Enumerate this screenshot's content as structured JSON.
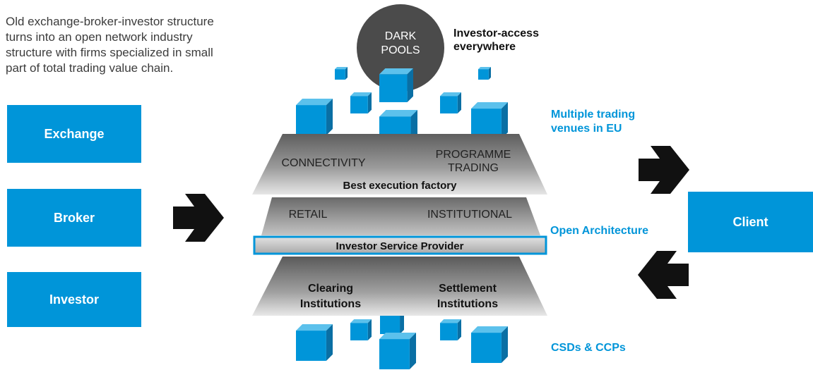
{
  "intro": {
    "line1": "Old exchange-broker-investor structure",
    "line2": "turns into an open network industry",
    "line3": "structure with firms specialized in small",
    "line4": "part of total trading value chain."
  },
  "left_boxes": {
    "exchange": "Exchange",
    "broker": "Broker",
    "investor": "Investor"
  },
  "client": "Client",
  "dark_pools": {
    "line1": "DARK",
    "line2": "POOLS"
  },
  "layers": {
    "top": {
      "left": "CONNECTIVITY",
      "right_line1": "PROGRAMME",
      "right_line2": "TRADING",
      "title": "Best execution factory"
    },
    "middle": {
      "left": "RETAIL",
      "right": "INSTITUTIONAL"
    },
    "band": "Investor Service Provider",
    "bottom": {
      "left_line1": "Clearing",
      "left_line2": "Institutions",
      "right_line1": "Settlement",
      "right_line2": "Institutions"
    }
  },
  "callouts": {
    "investor_access_line1": "Investor-access",
    "investor_access_line2": "everywhere",
    "multiple_venues_line1": "Multiple trading",
    "multiple_venues_line2": "venues in EU",
    "open_architecture": "Open Architecture",
    "csds_ccps": "CSDs & CCPs"
  },
  "colors": {
    "accent_blue": "#0095d9",
    "dark_grey": "#4a4a4a",
    "arrow": "#111111"
  },
  "icons": [
    "cube-icon",
    "arrow-right-icon",
    "arrow-left-icon"
  ]
}
